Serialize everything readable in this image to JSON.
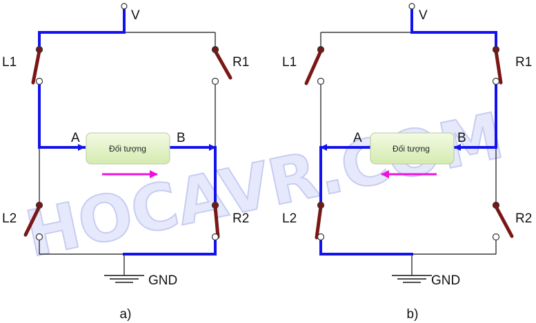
{
  "watermark": "HOCAVR.COM",
  "colors": {
    "current_path": "#1212ee",
    "switch": "#7a1616",
    "direction_arrow": "#ee11dd",
    "object_box": "#e4f2c4"
  },
  "diagrams": [
    {
      "caption": "a)",
      "supply": "V",
      "ground": "GND",
      "object_label": "Đối tượng",
      "node_a": "A",
      "node_b": "B",
      "switches": {
        "L1": "L1",
        "R1": "R1",
        "L2": "L2",
        "R2": "R2"
      },
      "closed_switches": [
        "L1",
        "R2"
      ],
      "current_direction": "A-to-B"
    },
    {
      "caption": "b)",
      "supply": "V",
      "ground": "GND",
      "object_label": "Đối tượng",
      "node_a": "A",
      "node_b": "B",
      "switches": {
        "L1": "L1",
        "R1": "R1",
        "L2": "L2",
        "R2": "R2"
      },
      "closed_switches": [
        "R1",
        "L2"
      ],
      "current_direction": "B-to-A"
    }
  ]
}
